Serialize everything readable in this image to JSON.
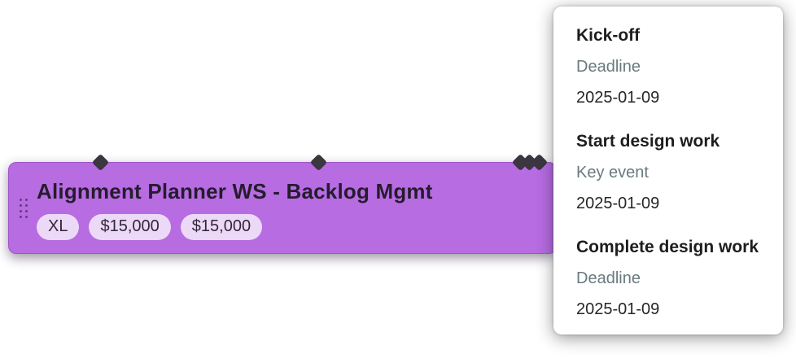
{
  "task_bar": {
    "title": "Alignment Planner WS - Backlog Mgmt",
    "badges": [
      "XL",
      "$15,000",
      "$15,000"
    ],
    "bar_color": "#b76ce2",
    "milestone_color": "#3b3640",
    "milestone_count": 5
  },
  "tooltip": {
    "entries": [
      {
        "title": "Kick-off",
        "type": "Deadline",
        "date": "2025-01-09"
      },
      {
        "title": "Start design work",
        "type": "Key event",
        "date": "2025-01-09"
      },
      {
        "title": "Complete design work",
        "type": "Deadline",
        "date": "2025-01-09"
      }
    ]
  }
}
